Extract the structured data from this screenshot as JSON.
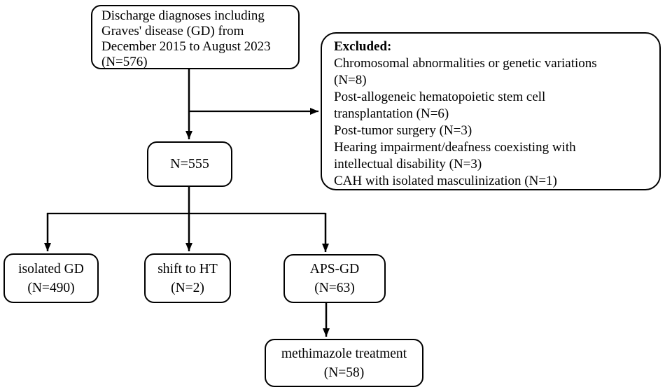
{
  "colors": {
    "line": "#000000",
    "border": "#000000",
    "text": "#000000",
    "background": "#ffffff"
  },
  "flowchart": {
    "top_box": {
      "lines": [
        "Discharge diagnoses including",
        "Graves' disease (GD) from",
        "December 2015 to August 2023",
        "(N=576)"
      ]
    },
    "excluded_box": {
      "title": "Excluded:",
      "lines": [
        "Chromosomal abnormalities or genetic variations",
        "(N=8)",
        "Post-allogeneic hematopoietic stem cell",
        "transplantation (N=6)",
        "Post-tumor surgery (N=3)",
        "Hearing impairment/deafness coexisting with",
        "intellectual disability (N=3)",
        "CAH with isolated masculinization (N=1)"
      ]
    },
    "n555_box": {
      "label": "N=555"
    },
    "isolated_gd_box": {
      "lines": [
        "isolated GD",
        "(N=490)"
      ]
    },
    "shift_to_ht_box": {
      "lines": [
        "shift to HT",
        "(N=2)"
      ]
    },
    "aps_gd_box": {
      "lines": [
        "APS-GD",
        "(N=63)"
      ]
    },
    "methimazole_box": {
      "lines": [
        "methimazole treatment",
        "(N=58)"
      ]
    }
  }
}
